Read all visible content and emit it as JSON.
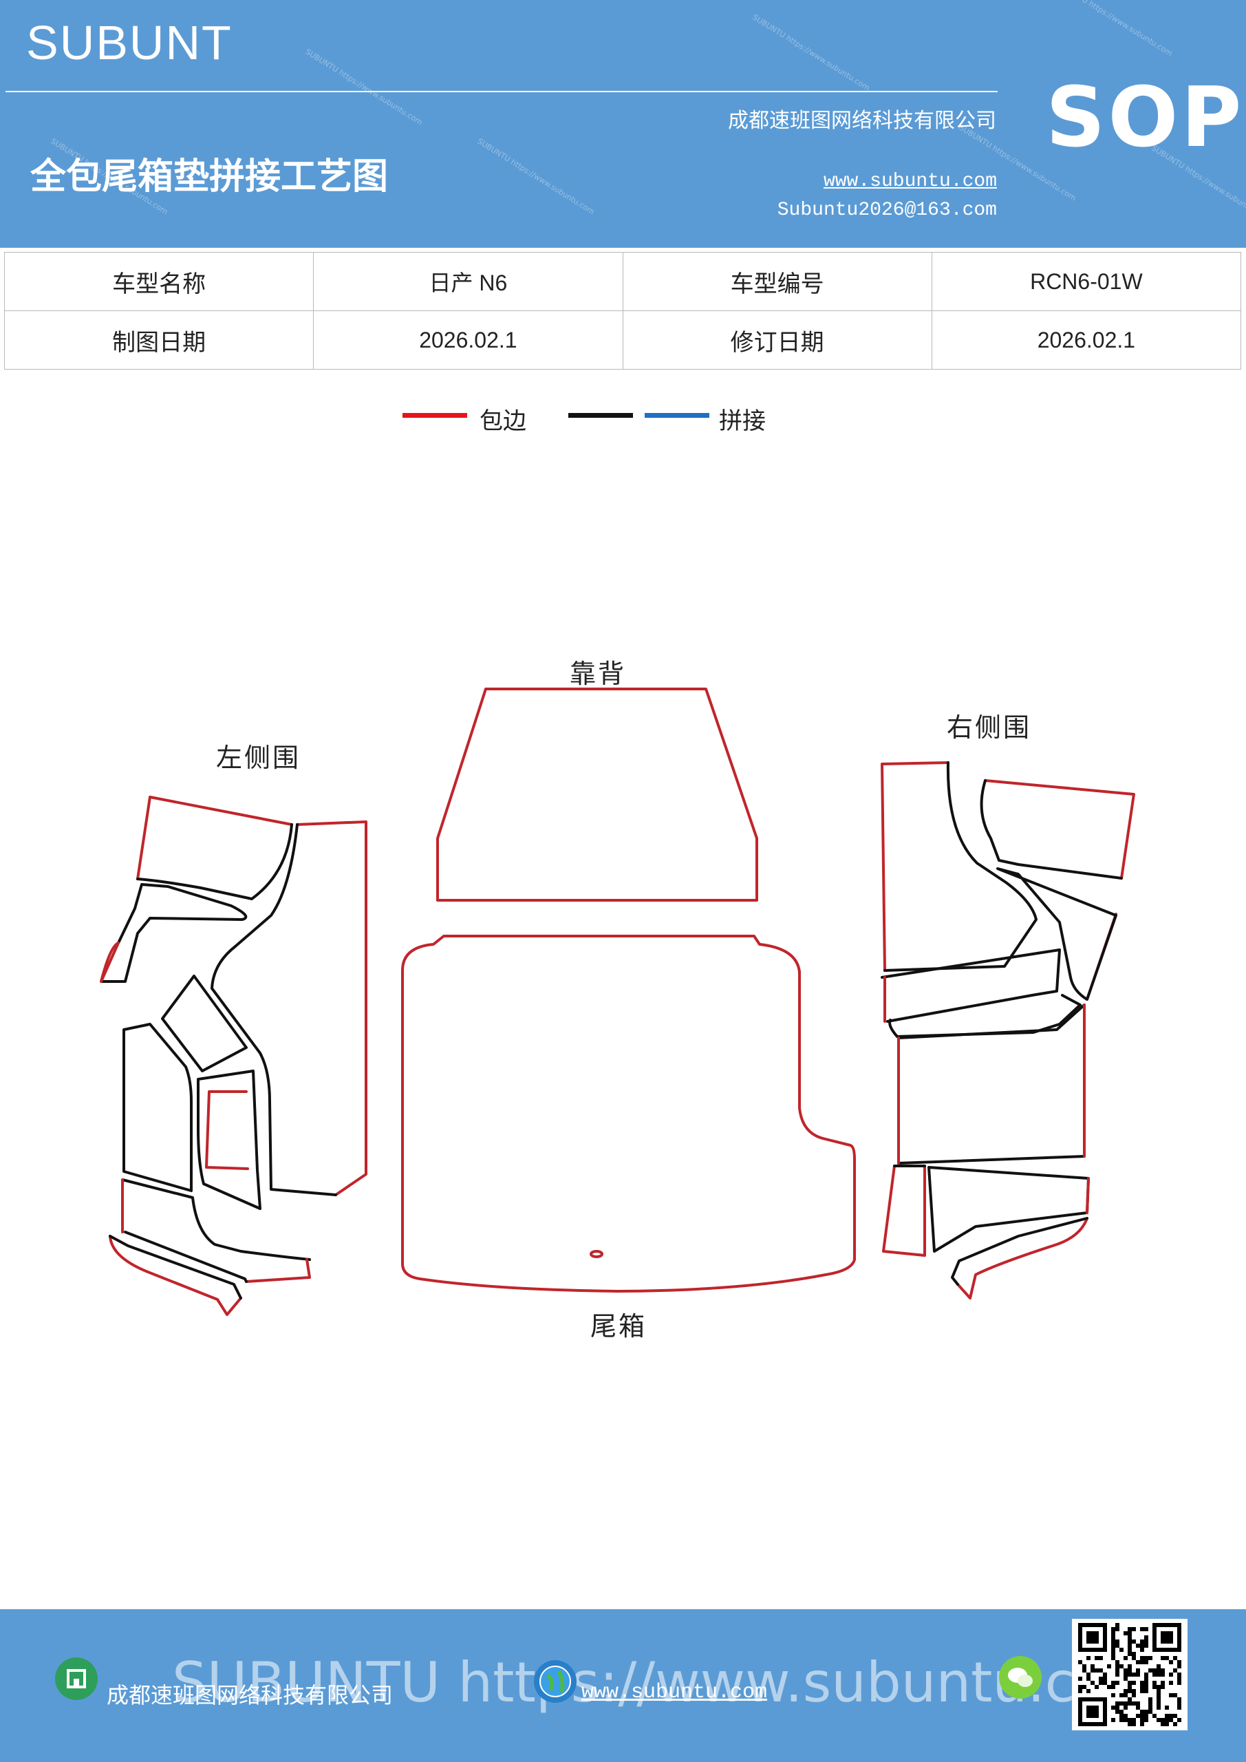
{
  "header": {
    "brand": "SUBUNT",
    "company": "成都速班图网络科技有限公司",
    "title": "全包尾箱垫拼接工艺图",
    "website": "www.subuntu.com",
    "email": "Subuntu2026@163.com",
    "badge": "SOP",
    "watermark": "SUBUNTU https://www.subuntu.com"
  },
  "info_table": {
    "rows": [
      [
        {
          "label": "车型名称",
          "value": "日产 N6"
        },
        {
          "label": "车型编号",
          "value": "RCN6-01W"
        }
      ],
      [
        {
          "label": "制图日期",
          "value": "2026.02.1"
        },
        {
          "label": "修订日期",
          "value": "2026.02.1"
        }
      ]
    ]
  },
  "legend": {
    "items": [
      {
        "label": "包边",
        "color": "#e8141b"
      },
      {
        "label": "拼接",
        "colors": [
          "#111111",
          "#1f6fc4"
        ]
      }
    ]
  },
  "diagram": {
    "colors": {
      "edge": "#c0252b",
      "seam": "#111111"
    },
    "parts": {
      "backrest": "靠背",
      "left_side": "左侧围",
      "right_side": "右侧围",
      "trunk": "尾箱"
    }
  },
  "footer": {
    "company": "成都速班图网络科技有限公司",
    "website": "www.subuntu.com",
    "watermark": "SUBUNTU  https://www.subuntu.com"
  }
}
